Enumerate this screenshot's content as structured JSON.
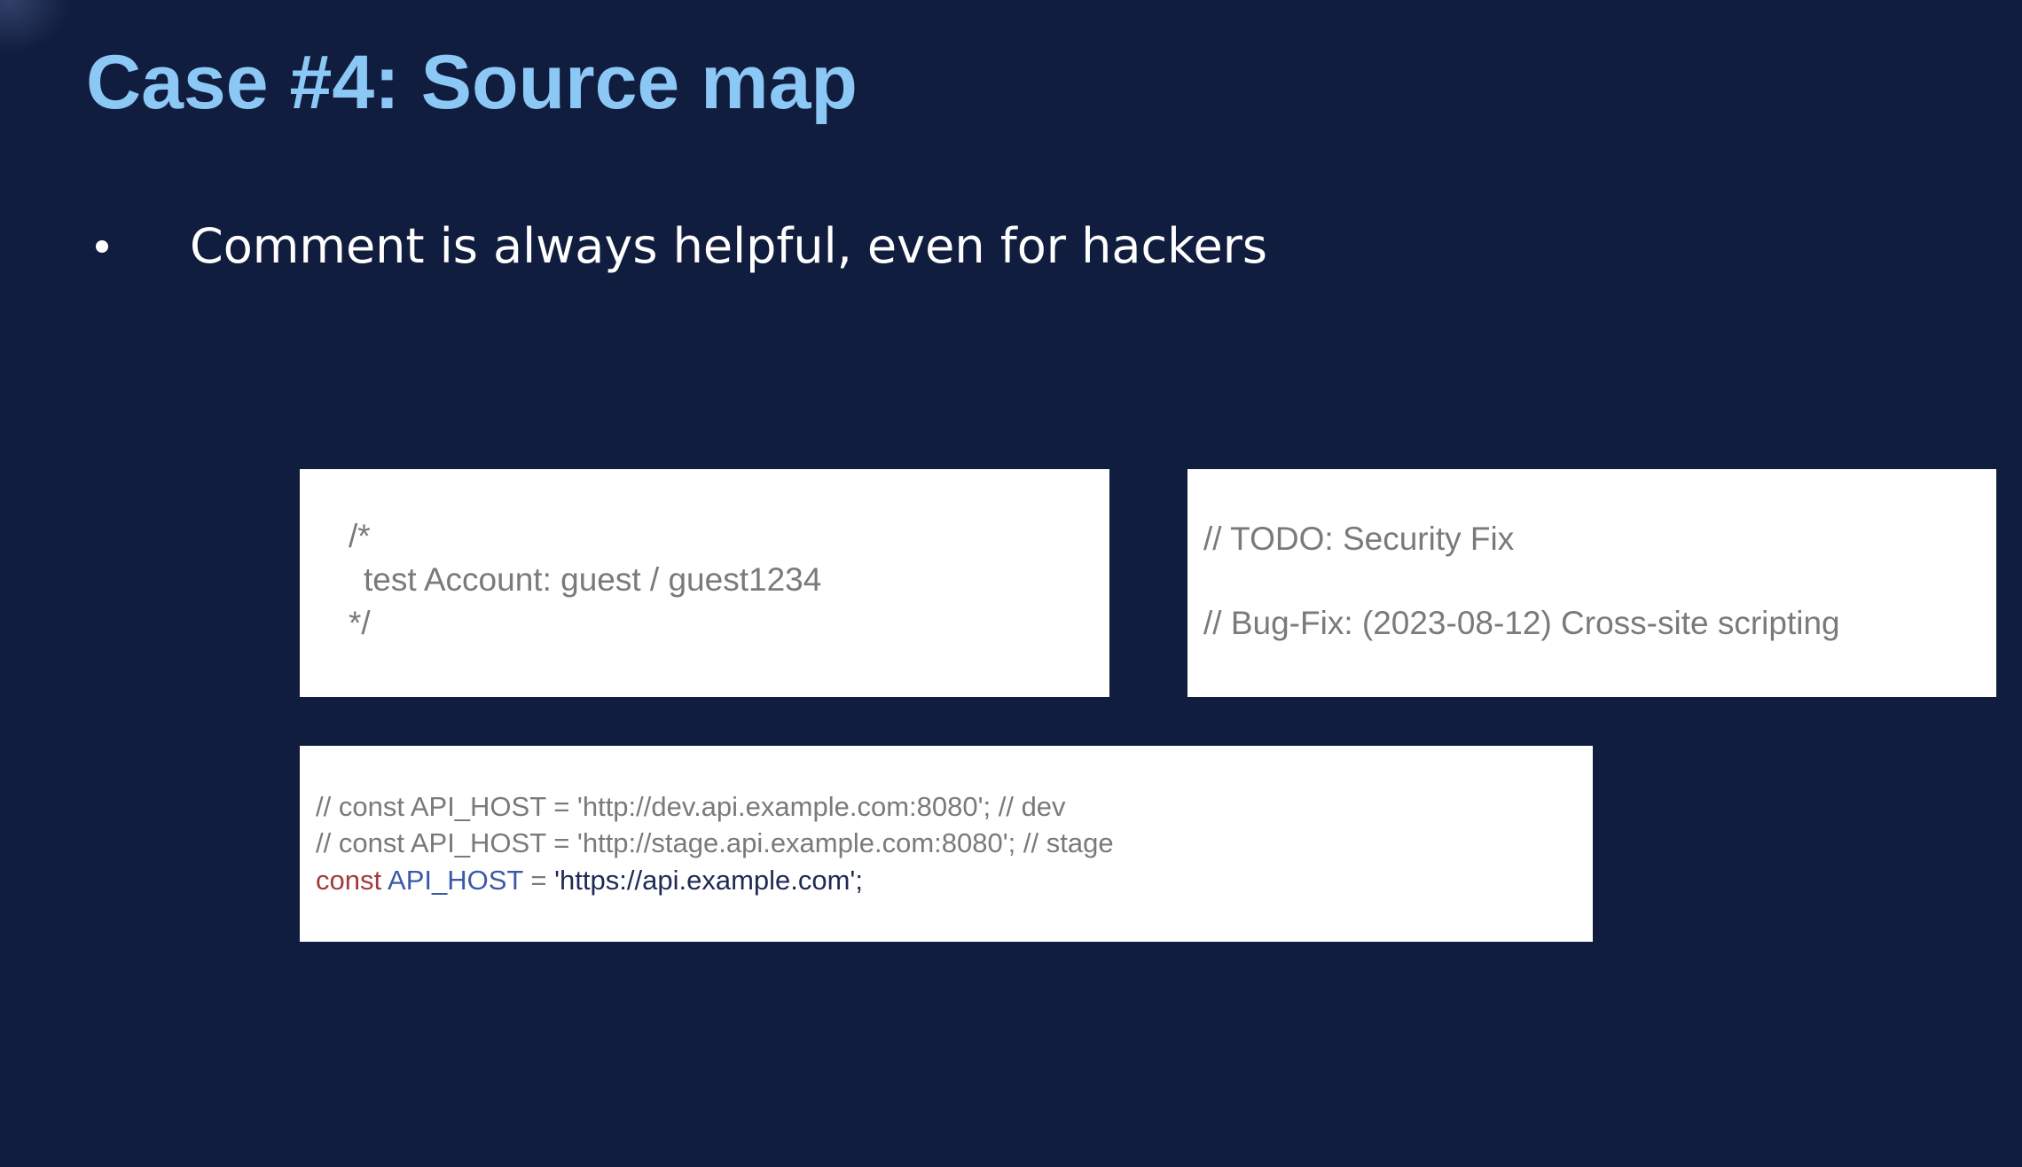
{
  "slide": {
    "title": "Case #4: Source map",
    "bullet": "Comment is always helpful, even for hackers"
  },
  "code_box_1": {
    "lines": [
      "/*",
      "test Account: guest / guest1234",
      "*/"
    ]
  },
  "code_box_2": {
    "lines": [
      "// TODO: Security Fix",
      "// Bug-Fix: (2023-08-12) Cross-site scripting"
    ]
  },
  "code_box_3": {
    "comment_lines": [
      "// const API_HOST = 'http://dev.api.example.com:8080';  // dev",
      "// const API_HOST = 'http://stage.api.example.com:8080'; // stage"
    ],
    "active_line": {
      "keyword": "const",
      "identifier": "API_HOST",
      "operator": "=",
      "value": "'https://api.example.com';"
    }
  },
  "colors": {
    "background": "#111d3e",
    "title": "#8cc8f5",
    "comment": "#7a7a7a",
    "keyword": "#a23b3b",
    "identifier": "#3a5aa8",
    "string": "#1e2a55"
  }
}
